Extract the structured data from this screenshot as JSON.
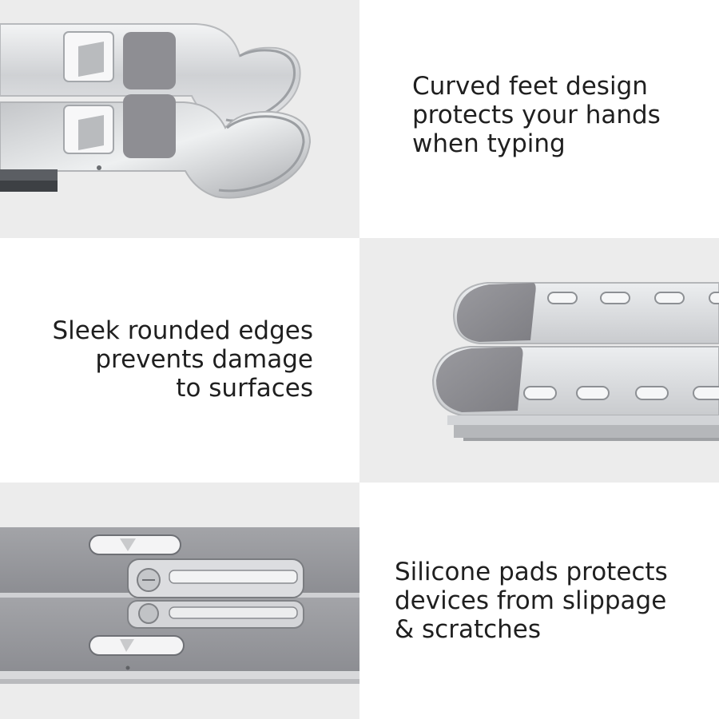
{
  "captions": {
    "curved_feet": "Curved feet design\nprotects your hands\nwhen typing",
    "rounded_edges": "Sleek rounded edges\nprevents damage\nto surfaces",
    "silicone_pads": "Silicone pads protects\ndevices from slippage\n& scratches"
  },
  "colors": {
    "panel_gray": "#ececec",
    "panel_white": "#ffffff",
    "aluminum": "#d9dadc",
    "silicone_pad": "#8e8e93",
    "text": "#1f1f1f"
  }
}
